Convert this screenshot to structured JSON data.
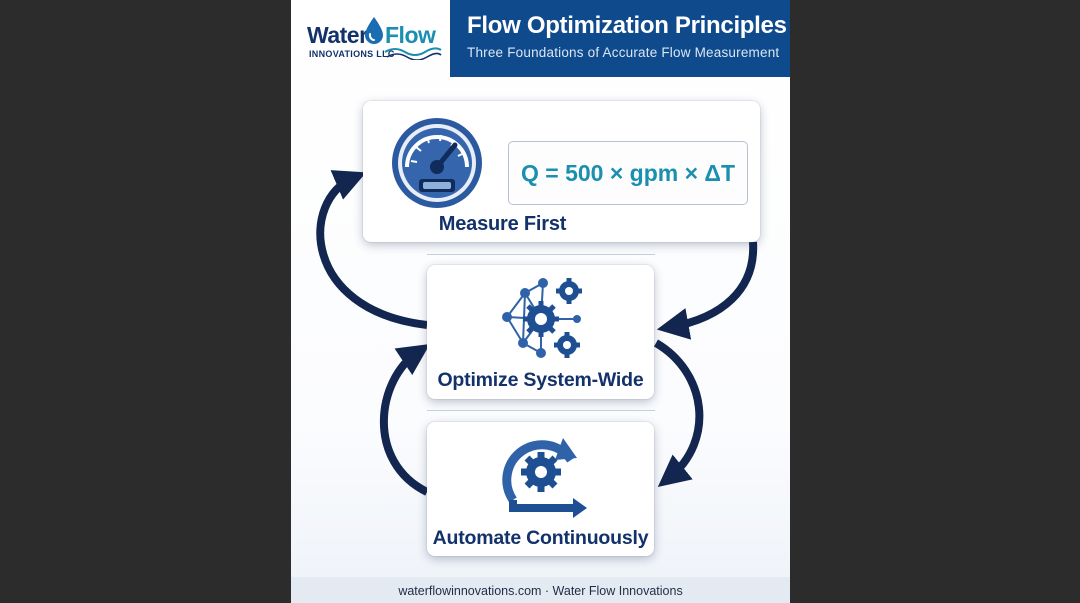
{
  "logo": {
    "word1": "Water",
    "word2": "Flow",
    "subtitle": "INNOVATIONS LLC"
  },
  "header": {
    "title": "Flow Optimization Principles",
    "subtitle": "Three Foundations of Accurate Flow Measurement"
  },
  "steps": [
    {
      "label": "Measure First",
      "icon": "gauge-icon",
      "formula": "Q = 500 × gpm × ΔT"
    },
    {
      "label": "Optimize System-Wide",
      "icon": "network-gears-icon"
    },
    {
      "label": "Automate Continuously",
      "icon": "cycle-gear-icon"
    }
  ],
  "footer": {
    "text": "waterflowinnovations.com · Water Flow Innovations"
  },
  "colors": {
    "navy": "#13326b",
    "teal": "#1a8fb0",
    "header_blue": "#0f4a8c",
    "icon_blue": "#2f62a8"
  }
}
